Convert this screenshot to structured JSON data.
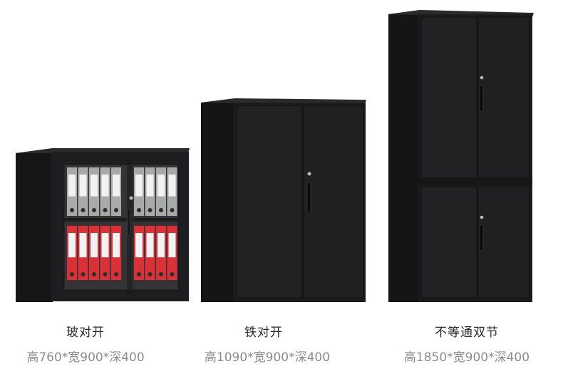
{
  "products": [
    {
      "name": "玻对开",
      "spec": "高760*宽900*深400"
    },
    {
      "name": "铁对开",
      "spec": "高1090*宽900*深400"
    },
    {
      "name": "不等通双节",
      "spec": "高1850*宽900*深400"
    }
  ],
  "colors": {
    "cabinet_body": "#1c1c1e",
    "cabinet_panel": "#232325",
    "binder_gray": "#a3a5a7",
    "binder_red": "#d8262e",
    "label_text": "#2a2a2a",
    "spec_text": "#8c8c8c"
  }
}
